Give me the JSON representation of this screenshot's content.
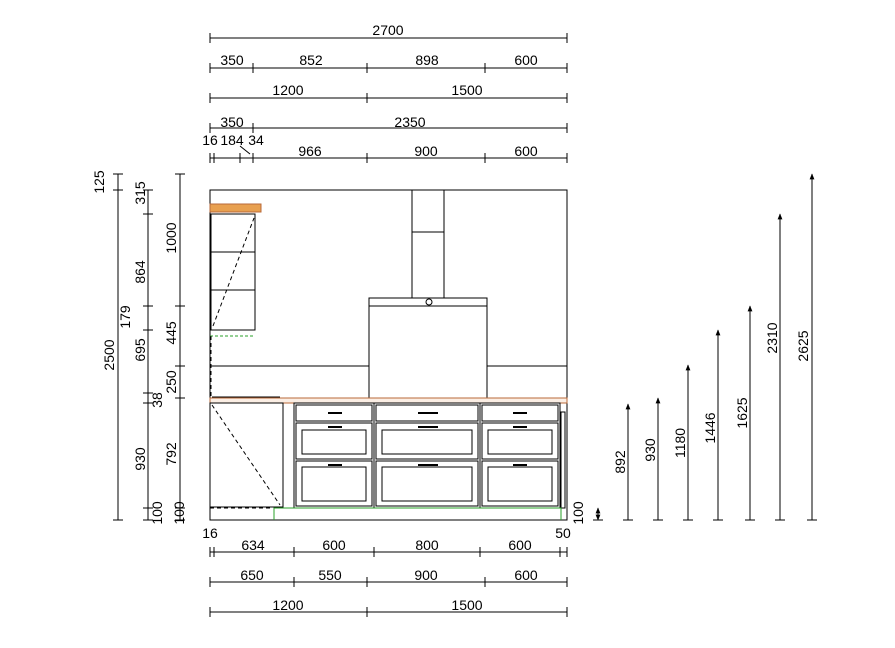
{
  "colors": {
    "line": "#000000",
    "worktop": "#b86a3a",
    "shelf": "#e8a050",
    "plinth": "#2aa02a",
    "background": "#ffffff"
  },
  "top_dims": {
    "row1": [
      "2700"
    ],
    "row2": [
      "350",
      "852",
      "898",
      "600"
    ],
    "row3": [
      "1200",
      "1500"
    ],
    "row4": [
      "350",
      "2350"
    ],
    "row5": [
      "16",
      "184",
      "34",
      "966",
      "900",
      "600"
    ]
  },
  "bottom_dims": {
    "ends": [
      "16",
      "50"
    ],
    "row1": [
      "634",
      "600",
      "800",
      "600"
    ],
    "row2": [
      "650",
      "550",
      "900",
      "600"
    ],
    "row3": [
      "1200",
      "1500"
    ]
  },
  "left_dims": {
    "col1": [
      "125",
      "2500"
    ],
    "col2": [
      "315",
      "864",
      "179",
      "695",
      "38",
      "930",
      "100"
    ],
    "col3": [
      "1000",
      "445",
      "250",
      "792",
      "100"
    ]
  },
  "right_dims": [
    "100",
    "892",
    "930",
    "1180",
    "1446",
    "1625",
    "2310",
    "2625"
  ]
}
